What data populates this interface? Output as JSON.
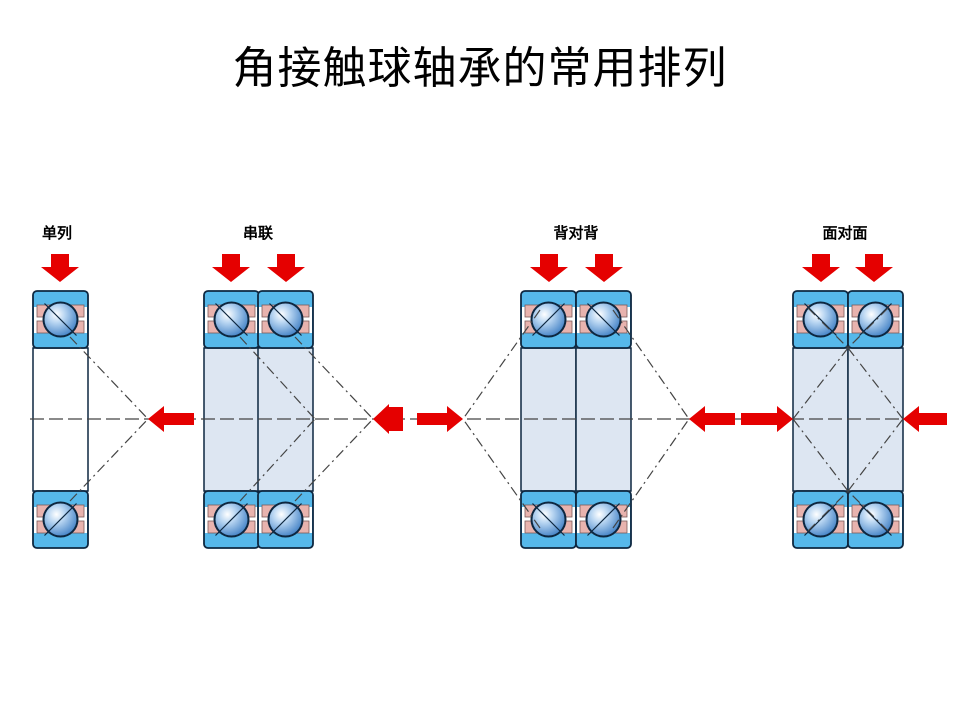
{
  "title": "角接触球轴承的常用排列",
  "arrangements": [
    {
      "id": "single",
      "label": "单列",
      "bearing_count": 1,
      "contact": "single"
    },
    {
      "id": "tandem",
      "label": "串联",
      "bearing_count": 2,
      "contact": "tandem"
    },
    {
      "id": "back-to-back",
      "label": "背对背",
      "bearing_count": 2,
      "contact": "back-to-back"
    },
    {
      "id": "face-to-face",
      "label": "面对面",
      "bearing_count": 2,
      "contact": "face-to-face"
    }
  ],
  "colors": {
    "ring_fill": "#56b8ea",
    "bore_fill": "#dde6f2",
    "cage_fill": "#e8b3ae",
    "ball_fill": "#6fa7dc",
    "outline": "#0d2740",
    "load_arrow": "#e50000",
    "axis_line": "#444444"
  }
}
